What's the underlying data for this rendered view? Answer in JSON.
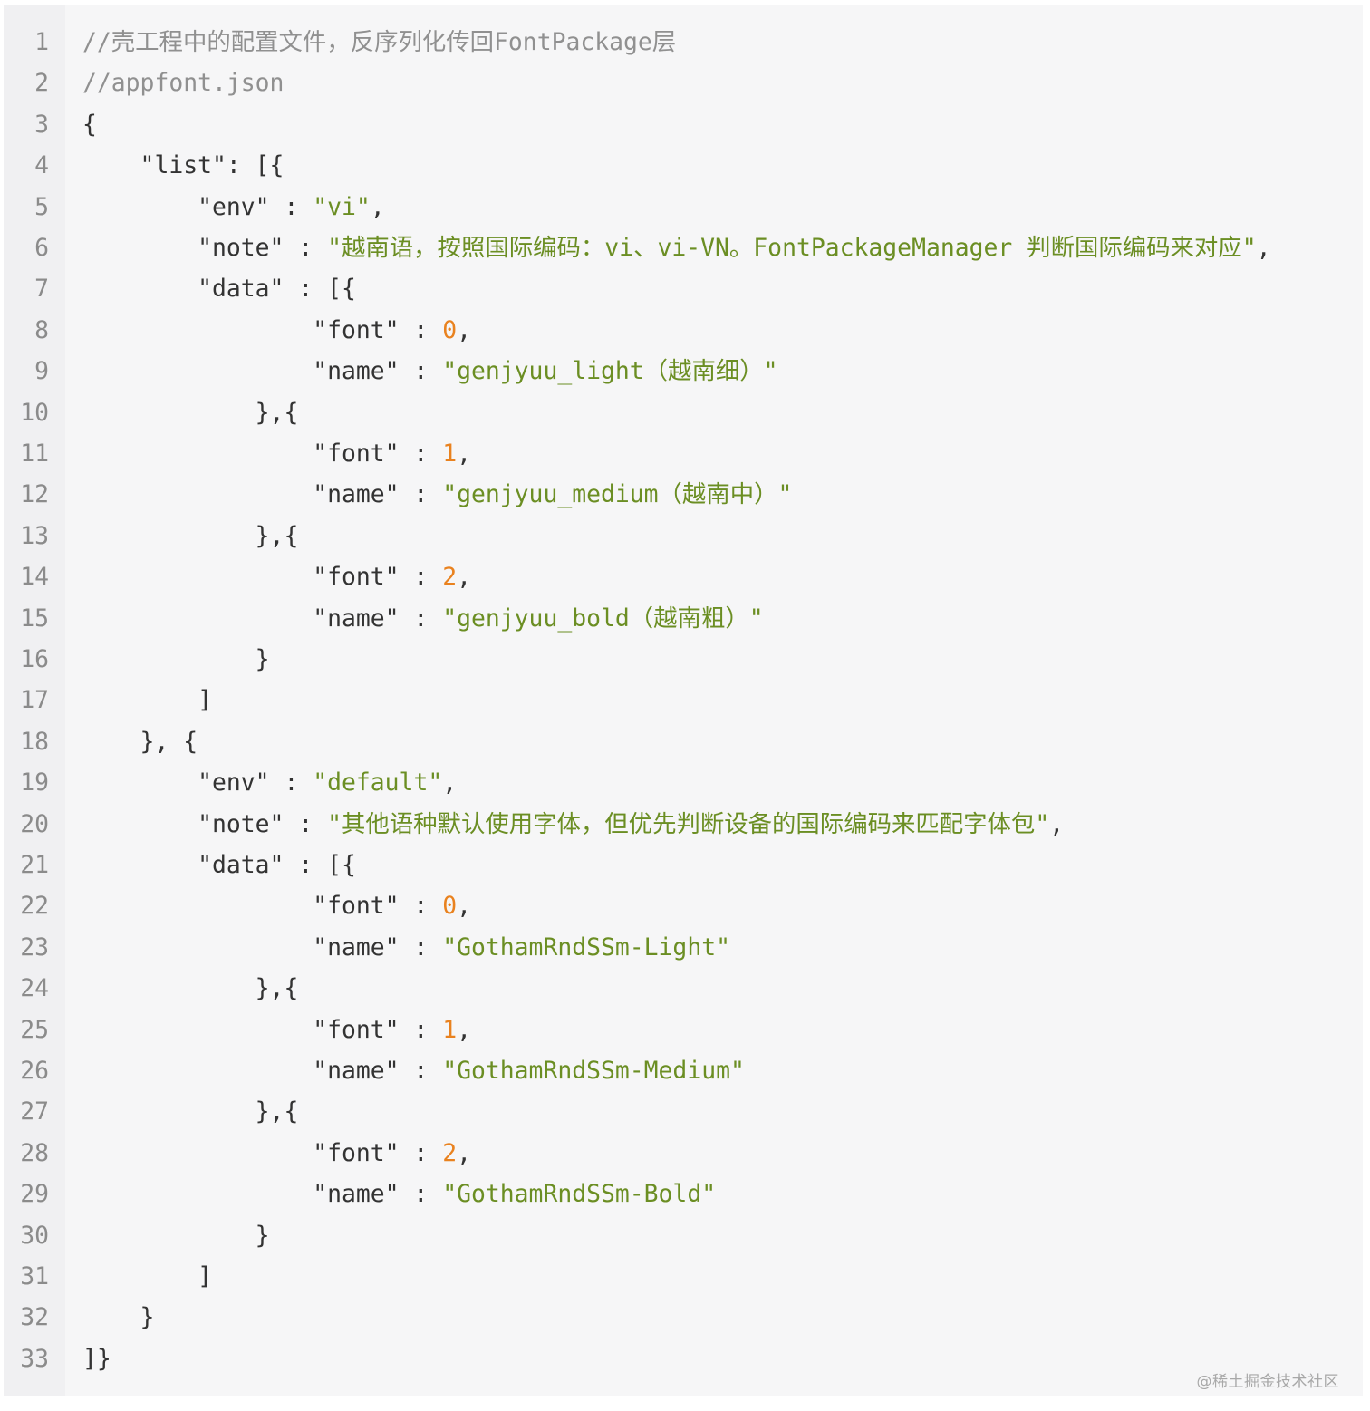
{
  "code": {
    "lines": [
      [
        {
          "t": "//壳工程中的配置文件，反序列化传回FontPackage层",
          "c": "cm"
        }
      ],
      [
        {
          "t": "//appfont.json",
          "c": "cm"
        }
      ],
      [
        {
          "t": "{",
          "c": "p"
        }
      ],
      [
        {
          "t": "    \"list\": [{",
          "c": "p"
        }
      ],
      [
        {
          "t": "        \"env\" : ",
          "c": "p"
        },
        {
          "t": "\"vi\"",
          "c": "str"
        },
        {
          "t": ",",
          "c": "p"
        }
      ],
      [
        {
          "t": "        \"note\" : ",
          "c": "p"
        },
        {
          "t": "\"越南语，按照国际编码：vi、vi-VN。FontPackageManager 判断国际编码来对应\"",
          "c": "str"
        },
        {
          "t": ",",
          "c": "p"
        }
      ],
      [
        {
          "t": "        \"data\" : [{",
          "c": "p"
        }
      ],
      [
        {
          "t": "                \"font\" : ",
          "c": "p"
        },
        {
          "t": "0",
          "c": "num"
        },
        {
          "t": ",",
          "c": "p"
        }
      ],
      [
        {
          "t": "                \"name\" : ",
          "c": "p"
        },
        {
          "t": "\"genjyuu_light（越南细）\"",
          "c": "str"
        }
      ],
      [
        {
          "t": "            },{",
          "c": "p"
        }
      ],
      [
        {
          "t": "                \"font\" : ",
          "c": "p"
        },
        {
          "t": "1",
          "c": "num"
        },
        {
          "t": ",",
          "c": "p"
        }
      ],
      [
        {
          "t": "                \"name\" : ",
          "c": "p"
        },
        {
          "t": "\"genjyuu_medium（越南中）\"",
          "c": "str"
        }
      ],
      [
        {
          "t": "            },{",
          "c": "p"
        }
      ],
      [
        {
          "t": "                \"font\" : ",
          "c": "p"
        },
        {
          "t": "2",
          "c": "num"
        },
        {
          "t": ",",
          "c": "p"
        }
      ],
      [
        {
          "t": "                \"name\" : ",
          "c": "p"
        },
        {
          "t": "\"genjyuu_bold（越南粗）\"",
          "c": "str"
        }
      ],
      [
        {
          "t": "            }",
          "c": "p"
        }
      ],
      [
        {
          "t": "        ]",
          "c": "p"
        }
      ],
      [
        {
          "t": "    }, {",
          "c": "p"
        }
      ],
      [
        {
          "t": "        \"env\" : ",
          "c": "p"
        },
        {
          "t": "\"default\"",
          "c": "str"
        },
        {
          "t": ",",
          "c": "p"
        }
      ],
      [
        {
          "t": "        \"note\" : ",
          "c": "p"
        },
        {
          "t": "\"其他语种默认使用字体，但优先判断设备的国际编码来匹配字体包\"",
          "c": "str"
        },
        {
          "t": ",",
          "c": "p"
        }
      ],
      [
        {
          "t": "        \"data\" : [{",
          "c": "p"
        }
      ],
      [
        {
          "t": "                \"font\" : ",
          "c": "p"
        },
        {
          "t": "0",
          "c": "num"
        },
        {
          "t": ",",
          "c": "p"
        }
      ],
      [
        {
          "t": "                \"name\" : ",
          "c": "p"
        },
        {
          "t": "\"GothamRndSSm-Light\"",
          "c": "str"
        }
      ],
      [
        {
          "t": "            },{",
          "c": "p"
        }
      ],
      [
        {
          "t": "                \"font\" : ",
          "c": "p"
        },
        {
          "t": "1",
          "c": "num"
        },
        {
          "t": ",",
          "c": "p"
        }
      ],
      [
        {
          "t": "                \"name\" : ",
          "c": "p"
        },
        {
          "t": "\"GothamRndSSm-Medium\"",
          "c": "str"
        }
      ],
      [
        {
          "t": "            },{",
          "c": "p"
        }
      ],
      [
        {
          "t": "                \"font\" : ",
          "c": "p"
        },
        {
          "t": "2",
          "c": "num"
        },
        {
          "t": ",",
          "c": "p"
        }
      ],
      [
        {
          "t": "                \"name\" : ",
          "c": "p"
        },
        {
          "t": "\"GothamRndSSm-Bold\"",
          "c": "str"
        }
      ],
      [
        {
          "t": "            }",
          "c": "p"
        }
      ],
      [
        {
          "t": "        ]",
          "c": "p"
        }
      ],
      [
        {
          "t": "    }",
          "c": "p"
        }
      ],
      [
        {
          "t": "]}",
          "c": "p"
        }
      ]
    ]
  },
  "watermark": {
    "text": "@稀土掘金技术社区"
  },
  "colors": {
    "background": "#f6f6f7",
    "gutter": "#f0f0f2",
    "comment": "#909090",
    "string": "#6b8e23",
    "number": "#e9821f",
    "punctuation": "#333333",
    "line_number": "#8b8b8b"
  }
}
